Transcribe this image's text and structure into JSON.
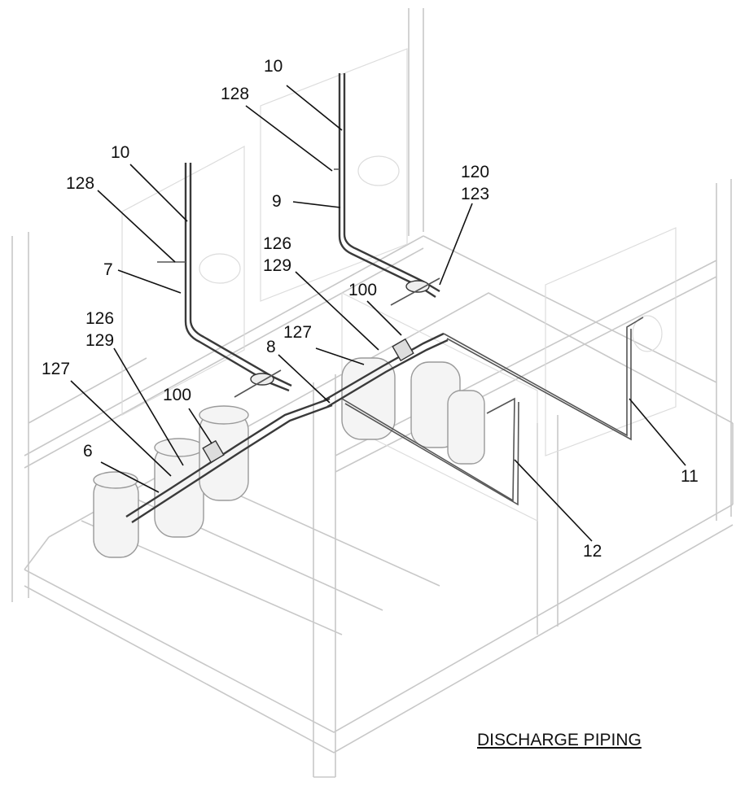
{
  "diagram": {
    "caption": "DISCHARGE PIPING",
    "callouts": {
      "c10a": "10",
      "c128a": "128",
      "c10b": "10",
      "c128b": "128",
      "c9": "9",
      "c120": "120",
      "c123": "123",
      "c7": "7",
      "c126a": "126",
      "c129a": "129",
      "c100a": "100",
      "c127a": "127",
      "c8": "8",
      "c126b": "126",
      "c129b": "129",
      "c127b": "127",
      "c100b": "100",
      "c6": "6",
      "c11": "11",
      "c12": "12"
    }
  }
}
